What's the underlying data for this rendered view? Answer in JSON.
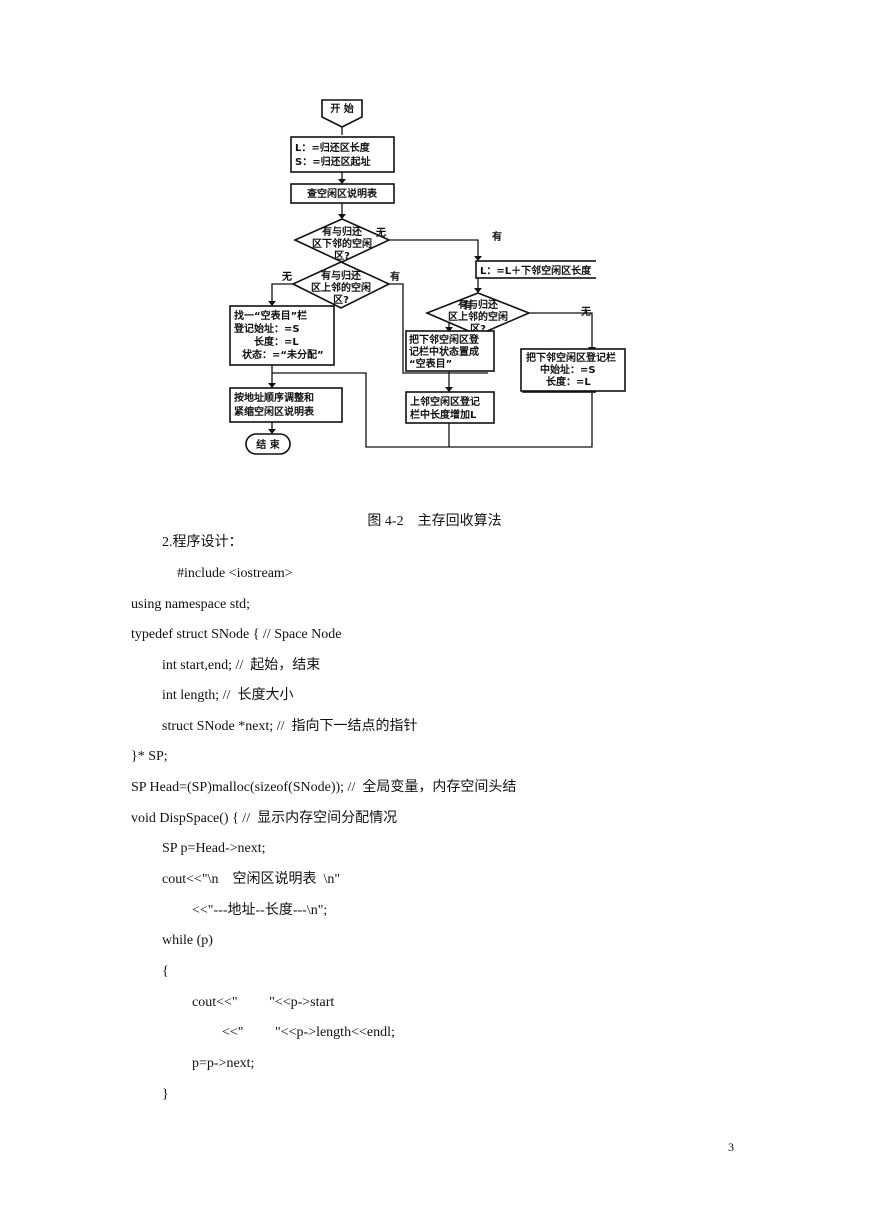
{
  "flowchart": {
    "start": "开 始",
    "init": [
      "L：=归还区长度",
      "S：=归还区起址"
    ],
    "check_table": "查空闲区说明表",
    "q_lower": [
      "有与归还",
      "区下邻的空闲",
      "区?"
    ],
    "q_lower_no": "无",
    "q_lower_yes": "有",
    "add_lower": "L：=L＋下邻空闲区长度",
    "q_upper_left": [
      "有与归还",
      "区上邻的空闲",
      "区?"
    ],
    "q_upper_left_no": "无",
    "q_upper_left_yes": "有",
    "q_upper_right": [
      "有与归还",
      "区上邻的空闲",
      "区?"
    ],
    "q_upper_right_yes": "有",
    "q_upper_right_no": "无",
    "find_empty": [
      "找一“空表目”栏",
      "登记始址：=S",
      "长度：=L",
      "状态：=“未分配”"
    ],
    "set_empty": [
      "把下邻空闲区登",
      "记栏中状态置成",
      "“空表目”"
    ],
    "set_lower": [
      "把下邻空闲区登记栏",
      "中始址：=S",
      "长度：=L"
    ],
    "add_upper": [
      "上邻空闲区登记",
      "栏中长度增加L"
    ],
    "sort_compact": [
      "按地址顺序调整和",
      "紧缩空闲区说明表"
    ],
    "end": "结 束"
  },
  "caption": "图 4-2　主存回收算法",
  "code_lines": [
    "2.程序设计：",
    "#include <iostream>",
    "using namespace std;",
    "typedef struct SNode { // Space Node",
    "int start,end; //  起始，结束",
    "int length; //  长度大小",
    "struct SNode *next; //  指向下一结点的指针",
    "}* SP;",
    "SP Head=(SP)malloc(sizeof(SNode)); //  全局变量，内存空间头结",
    "void DispSpace() { //  显示内存空间分配情况",
    "SP p=Head->next;",
    "cout<<\"\\n    空闲区说明表  \\n\"",
    "<<\"---地址--长度---\\n\";",
    "while (p)",
    "{",
    "cout<<\"         \"<<p->start",
    "<<\"         \"<<p->length<<endl;",
    "p=p->next;",
    "}"
  ],
  "page_number": "3"
}
